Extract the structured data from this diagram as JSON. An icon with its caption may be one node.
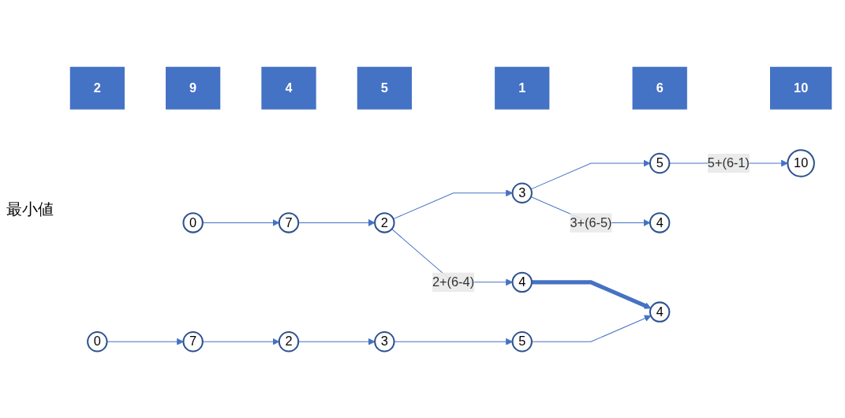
{
  "diagram": {
    "nodes": [
      {
        "text": [
          "2"
        ]
      },
      {
        "text": [
          "9"
        ]
      },
      {
        "text": [
          "4"
        ]
      },
      {
        "text": [
          "5"
        ]
      },
      {
        "text": [
          "1"
        ]
      },
      {
        "text": [
          "6"
        ]
      },
      {
        "text": [
          "10"
        ]
      },
      {
        "text": [
          "0"
        ]
      },
      {
        "text": [
          "7"
        ]
      },
      {
        "text": [
          "2"
        ]
      },
      {
        "text": [
          "3"
        ]
      },
      {
        "text": [
          "5"
        ]
      },
      {
        "text": [
          "10"
        ]
      },
      {
        "text": [
          "4"
        ]
      },
      {
        "text": [
          "4"
        ]
      },
      {
        "text": [
          "0"
        ]
      },
      {
        "text": [
          "7"
        ]
      },
      {
        "text": [
          "2"
        ]
      },
      {
        "text": [
          "3"
        ]
      },
      {
        "text": [
          "5"
        ]
      },
      {
        "text": [
          "4"
        ]
      }
    ],
    "edges": [
      {
        "from": 7,
        "to": 8,
        "arrow": "to"
      },
      {
        "from": 8,
        "to": 9,
        "arrow": "to"
      },
      {
        "from": 9,
        "to": 10,
        "arrow": "to"
      },
      {
        "from": 10,
        "to": 11,
        "arrow": "to"
      },
      {
        "from": 11,
        "to": 12,
        "arrow": "to",
        "label": "5+(6-1)"
      },
      {
        "from": 10,
        "to": 13,
        "arrow": "to",
        "label": "3+(6-5)"
      },
      {
        "from": 9,
        "to": 14,
        "arrow": "to",
        "label": "2+(6-4)"
      },
      {
        "from": 14,
        "to": 20,
        "arrow": "to",
        "style": "thick"
      },
      {
        "from": 15,
        "to": 16,
        "arrow": "to"
      },
      {
        "from": 16,
        "to": 17,
        "arrow": "to"
      },
      {
        "from": 17,
        "to": 18,
        "arrow": "to"
      },
      {
        "from": 18,
        "to": 19,
        "arrow": "to"
      },
      {
        "from": 19,
        "to": 20,
        "arrow": "to"
      }
    ],
    "labels": [
      "最小値"
    ]
  }
}
